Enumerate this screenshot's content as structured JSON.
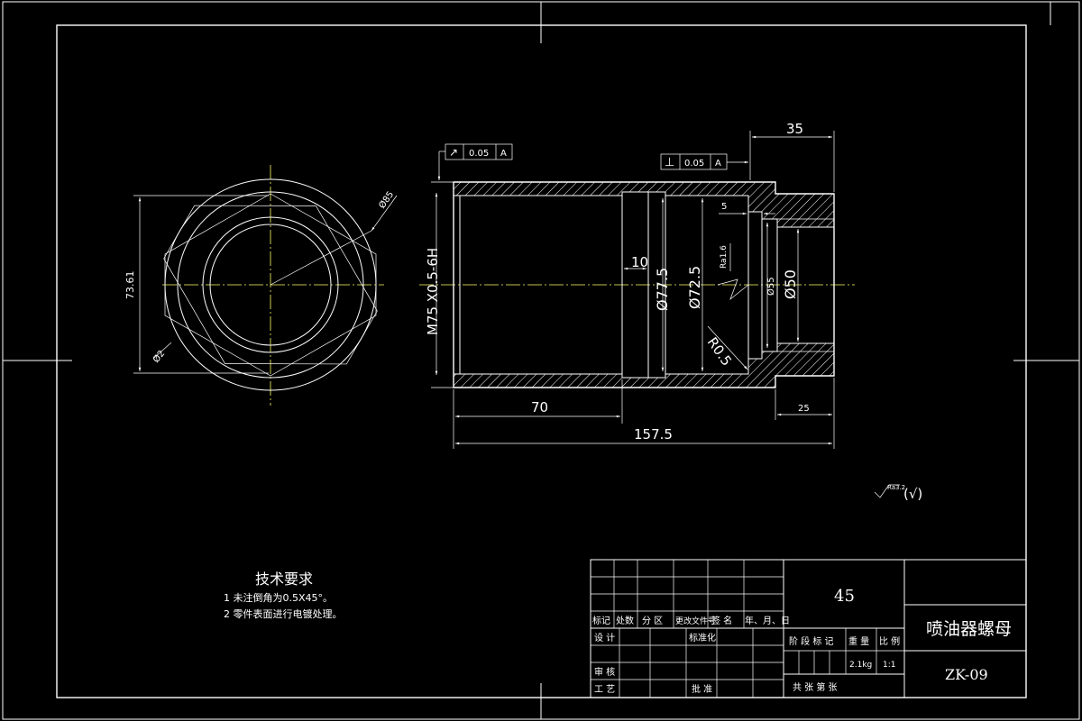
{
  "dimensions": {
    "d_35": "35",
    "d_5": "5",
    "d_10": "10",
    "d_70": "70",
    "d_157_5": "157.5",
    "d_25": "25",
    "thread": "M75 X0.5-6H",
    "dia_77_5": "Ø77.5",
    "dia_72_5": "Ø72.5",
    "dia_55": "Ø55",
    "dia_50": "Ø50",
    "radius": "R0.5",
    "side_73_61": "73.61",
    "circle_85": "Ø85",
    "hex_flat": "Ø2",
    "roughness_1": "Ra1.6"
  },
  "tolerances": {
    "runout": {
      "symbol": "↗",
      "value": "0.05",
      "datum": "A"
    },
    "perpendicular": {
      "symbol": "⊥",
      "value": "0.05",
      "datum": "A"
    }
  },
  "surface_note": {
    "sym": "Ra3.2",
    "paren": "(√)"
  },
  "notes": {
    "title": "技术要求",
    "items": [
      "1 未注倒角为0.5X45°。",
      "2 零件表面进行电镀处理。"
    ]
  },
  "title_block": {
    "material": "45",
    "part_name": "喷油器螺母",
    "drawing_no": "ZK-09",
    "weight": "2.1kg",
    "scale": "1:1",
    "rev_headers": [
      "标记",
      "处数",
      "分 区",
      "更改文件号",
      "签 名",
      "年、月、日"
    ],
    "design": "设 计",
    "standardize": "标准化",
    "review": "审 核",
    "process": "工 艺",
    "approve": "批 准",
    "stage_mark": "阶 段 标 记",
    "weight_label": "重 量",
    "scale_label": "比 例",
    "sheets": "共      张  第      张"
  }
}
